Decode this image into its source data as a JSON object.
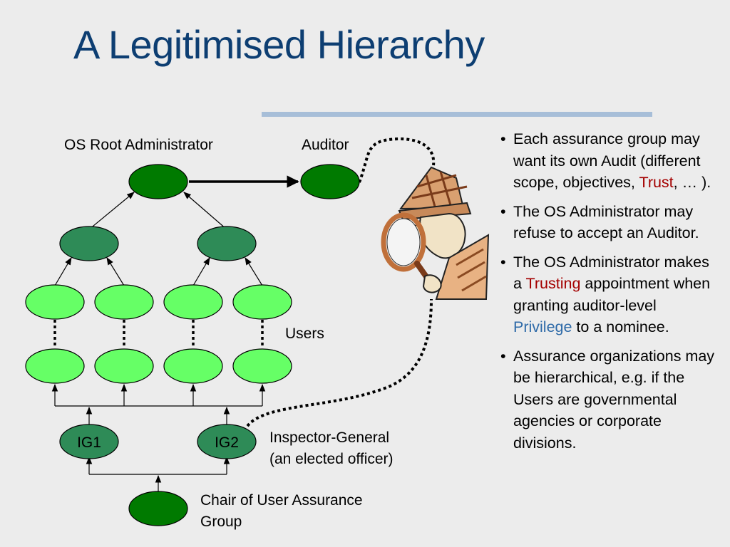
{
  "slide": {
    "title": "A Legitimised Hierarchy"
  },
  "labels": {
    "os_root": "OS Root Administrator",
    "auditor": "Auditor",
    "users": "Users",
    "ig_line1": "Inspector-General",
    "ig_line2": "(an elected officer)",
    "chair_line1": "Chair of User Assurance",
    "chair_line2": "Group"
  },
  "nodes": {
    "ig1": "IG1",
    "ig2": "IG2"
  },
  "colors": {
    "dark_green": "#007a00",
    "mid_green": "#2e8b57",
    "light_green": "#66ff66",
    "title_blue": "#0d3e72",
    "rule": "#a7bed8",
    "highlight_red": "#a40000",
    "highlight_blue": "#2e6aa8"
  },
  "illustration": {
    "icon": "detective-with-magnifying-glass-icon"
  },
  "bullets": [
    {
      "parts": [
        {
          "t": "Each assurance group may want its own Audit (different scope, objectives, ",
          "s": "n"
        },
        {
          "t": "Trust",
          "s": "red"
        },
        {
          "t": ", … ).",
          "s": "n"
        }
      ]
    },
    {
      "parts": [
        {
          "t": "The OS Administrator may refuse to accept an Auditor.",
          "s": "n"
        }
      ]
    },
    {
      "parts": [
        {
          "t": "The OS Administrator makes a ",
          "s": "n"
        },
        {
          "t": "Trusting",
          "s": "red"
        },
        {
          "t": " appointment when granting auditor-level ",
          "s": "n"
        },
        {
          "t": "Privilege",
          "s": "blue"
        },
        {
          "t": " to a nominee.",
          "s": "n"
        }
      ]
    },
    {
      "parts": [
        {
          "t": "Assurance organizations may be hierarchical, e.g. if the Users are governmental agencies or corporate divisions.",
          "s": "n"
        }
      ]
    }
  ]
}
